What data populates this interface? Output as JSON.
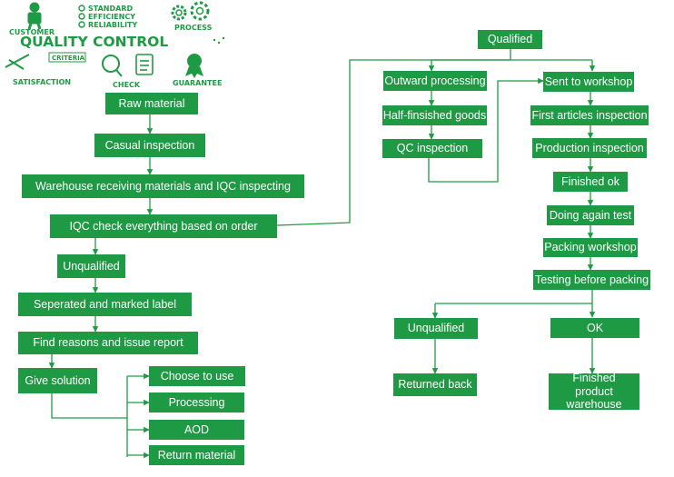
{
  "logo": {
    "words": {
      "customer": "CUSTOMER",
      "standard": "STANDARD",
      "efficiency": "EFFICIENCY",
      "reliability": "RELIABILITY",
      "process": "PROCESS",
      "title": "QUALITY CONTROL",
      "criteria": "CRITERIA",
      "satisfaction": "SATISFACTION",
      "check": "CHECK",
      "guarantee": "GUARANTEE"
    },
    "color": "#1f9a44"
  },
  "colors": {
    "box": "#1f9a44",
    "line": "#1f9a44",
    "text": "#ffffff"
  },
  "left": {
    "raw_material": "Raw material",
    "casual_inspection": "Casual inspection",
    "warehouse_iqc": "Warehouse receiving materials and IQC inspecting",
    "iqc_check": "IQC check everything based on order",
    "unqualified": "Unqualified",
    "separated": "Seperated and marked label",
    "find_reasons": "Find reasons and issue report",
    "give_solution": "Give solution",
    "options": [
      "Choose to use",
      "Processing",
      "AOD",
      "Return material"
    ]
  },
  "right": {
    "qualified": "Qualified",
    "outward_processing": "Outward processing",
    "half_finished": "Half-finsished goods",
    "qc_inspection": "QC inspection",
    "sent_to_workshop": "Sent to workshop",
    "first_articles": "First articles inspection",
    "production_inspection": "Production inspection",
    "finished_ok": "Finished ok",
    "doing_again_test": "Doing again test",
    "packing_workshop": "Packing workshop",
    "testing_before_packing": "Testing before packing",
    "unqualified": "Unqualified",
    "ok": "OK",
    "returned_back": "Returned back",
    "finished_product_warehouse": "Finished product warehouse"
  }
}
